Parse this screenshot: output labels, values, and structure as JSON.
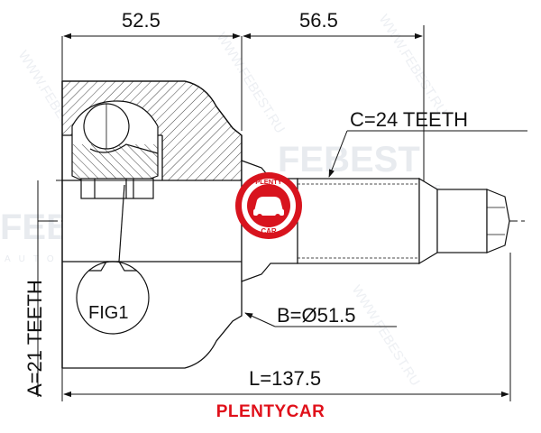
{
  "dimensions": {
    "top_left": "52.5",
    "top_right": "56.5",
    "spline_c": "C=24 TEETH",
    "spline_a": "A=21 TEETH",
    "diameter_b": "B=Ø51.5",
    "length_l": "L=137.5",
    "fig_label": "FIG1"
  },
  "watermark": {
    "brand": "FEBEST",
    "sub": "AUTO PARTS",
    "diagonal": "WWW.FEBEST.RU"
  },
  "logo": {
    "top_text": "PLENTY",
    "bottom_text": "CAR"
  },
  "footer": {
    "brand_label": "PLENTYCAR"
  },
  "colors": {
    "line": "#111111",
    "watermark": "#e9ecef",
    "logo_red": "#d8141e",
    "brand_red": "#e0101a"
  }
}
